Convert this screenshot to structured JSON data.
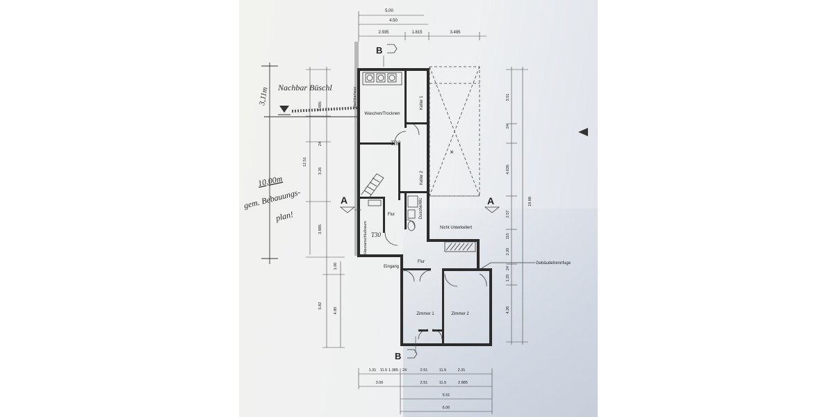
{
  "dimensions": {
    "top": [
      "5.00",
      "4.50",
      "2.935",
      "1.815",
      "3.485"
    ],
    "left": [
      "3.885",
      "24",
      "12.51",
      "3.26",
      "3.885",
      "1.00",
      "5.82",
      "4.80"
    ],
    "right": [
      "3.51",
      "24",
      "4.635",
      "2.57",
      "115",
      "2.20",
      "24",
      "1.25",
      "4.26",
      "19.88"
    ],
    "bottom_row1": [
      "1.31",
      "11.5",
      "1.385",
      "24",
      "2.51",
      "11.5",
      "2.31"
    ],
    "bottom_row2": [
      "3.00",
      "2.51",
      "11.5",
      "2.885"
    ],
    "bottom_row3": [
      "5.51"
    ],
    "bottom_row4": [
      "6.06"
    ]
  },
  "rooms": {
    "waschen": "Waschen/Trocknen",
    "keller1": "Keller 1",
    "keller2": "Keller 2",
    "hausanschluss": "Hausanschlußraum",
    "flur1": "Flur",
    "dusche": "Dusche/Wc",
    "nicht_unterkellert": "Nicht Unterkellert",
    "flur2": "Flur",
    "eingang": "Eingang",
    "zimmer1": "Zimmer 1",
    "zimmer2": "Zimmer 2"
  },
  "door_labels": {
    "t30_a": "T30",
    "t30_b": "T30"
  },
  "wall_label": "Nachbarhaus",
  "section_marks": {
    "b_top": "B",
    "b_bottom": "B",
    "a_left": "A",
    "a_right": "A"
  },
  "joint_label": "Gebäudetrennfuge",
  "center_mark": "×",
  "handwriting": {
    "neighbor": "Nachbar Büschl",
    "height": "3,11m",
    "distance": "10,00m",
    "plan_line1": "gem. Bebauungs-",
    "plan_line2": "plan!"
  }
}
